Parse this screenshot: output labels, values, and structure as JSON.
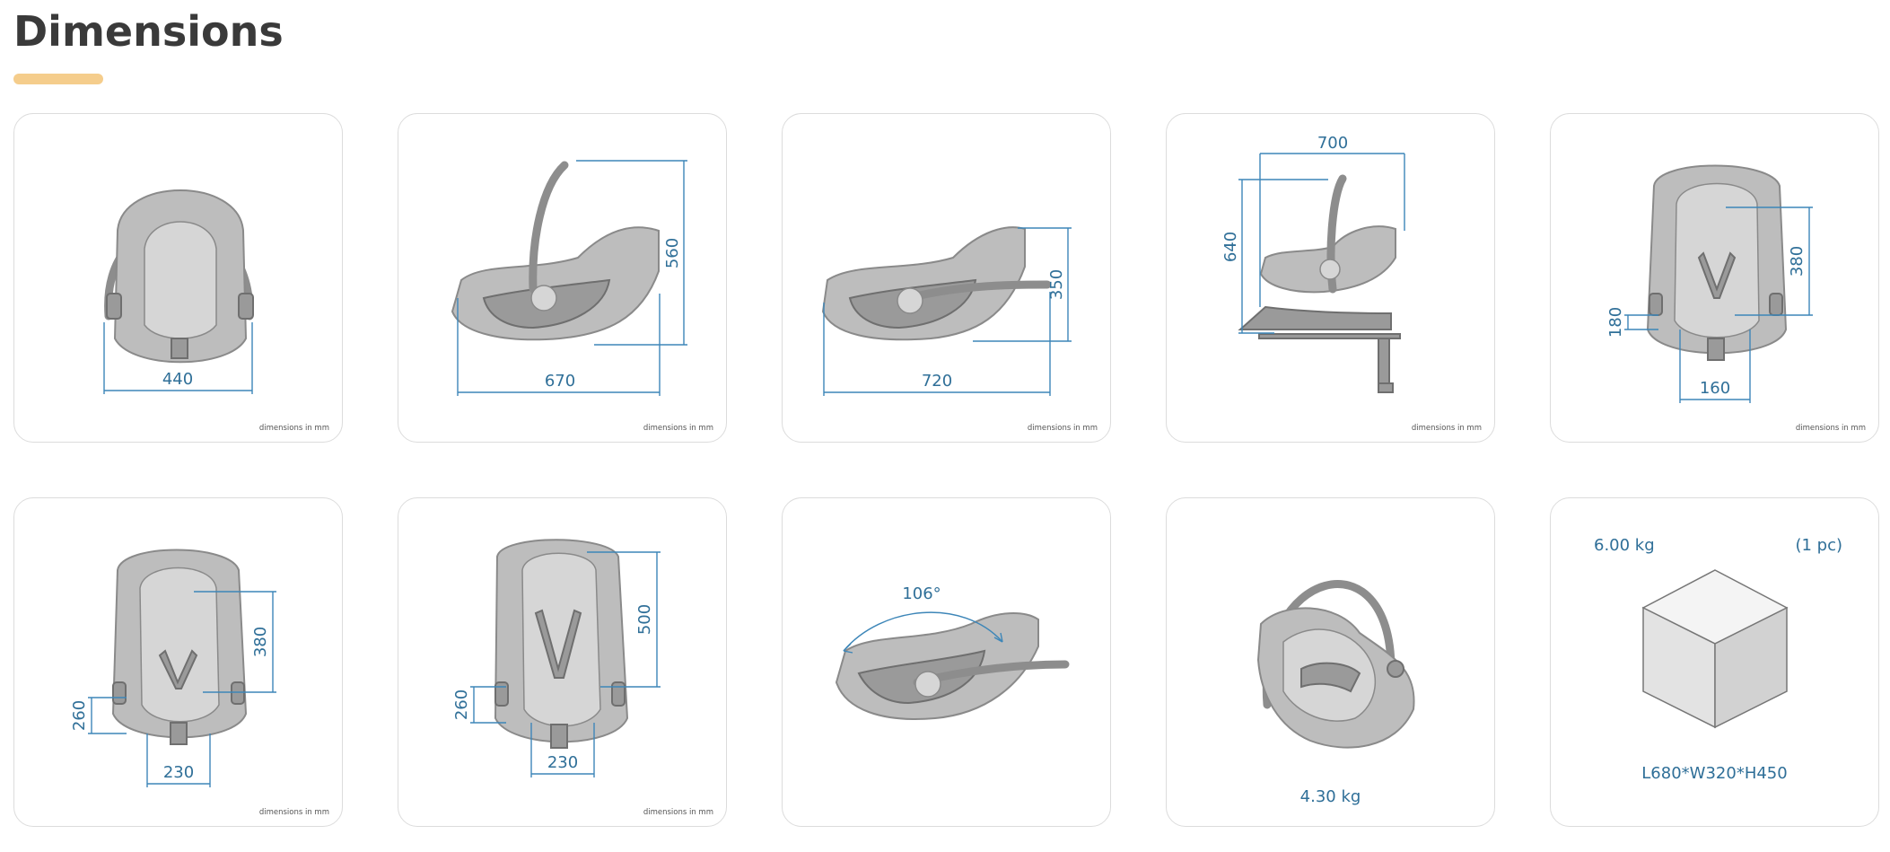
{
  "heading": "Dimensions",
  "colors": {
    "accent": "#f5cd8c",
    "dimension": "#2f6f98"
  },
  "note": "dimensions in mm",
  "cards": [
    {
      "view": "front",
      "dims": [
        "440"
      ],
      "note": "dimensions in mm"
    },
    {
      "view": "side-handle-up",
      "dims": [
        "670",
        "560"
      ],
      "note": "dimensions in mm"
    },
    {
      "view": "side-handle-down",
      "dims": [
        "720",
        "350"
      ],
      "note": "dimensions in mm"
    },
    {
      "view": "on-base",
      "dims": [
        "700",
        "640"
      ],
      "note": "dimensions in mm"
    },
    {
      "view": "front-harness",
      "dims": [
        "380",
        "180",
        "160"
      ],
      "note": "dimensions in mm"
    },
    {
      "view": "front-harness-low",
      "dims": [
        "380",
        "260",
        "230"
      ],
      "note": "dimensions in mm"
    },
    {
      "view": "front-harness-high",
      "dims": [
        "500",
        "260",
        "230"
      ],
      "note": "dimensions in mm"
    },
    {
      "view": "recline",
      "dims": [
        "106°"
      ]
    },
    {
      "view": "perspective",
      "weight": "4.30 kg"
    },
    {
      "view": "package",
      "weight": "6.00 kg",
      "pieces": "(1 pc)",
      "size": "L680*W320*H450"
    }
  ]
}
